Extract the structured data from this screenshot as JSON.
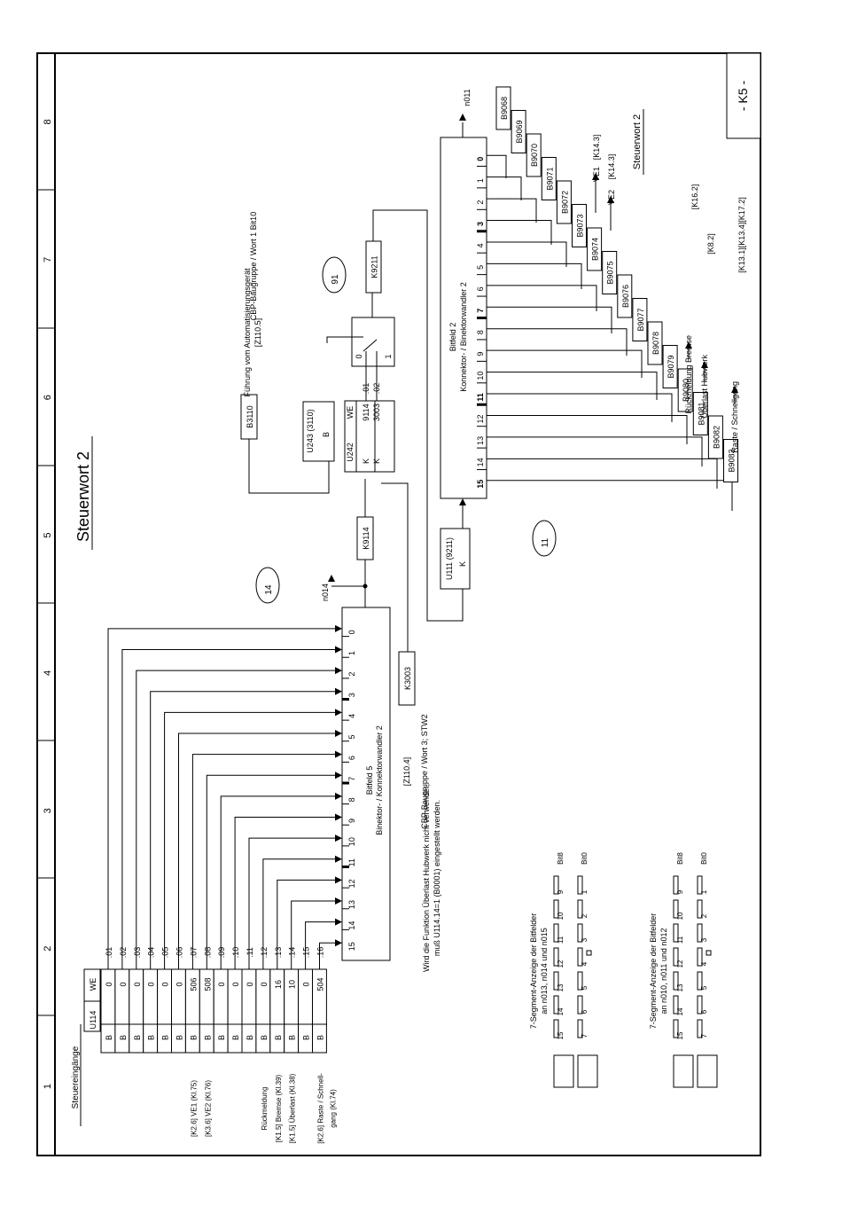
{
  "page": {
    "title": "Steuerwort 2",
    "page_id": "- K5 -",
    "columns": [
      "1",
      "2",
      "3",
      "4",
      "5",
      "6",
      "7",
      "8"
    ],
    "side_title": "Steuerwort 2"
  },
  "inputs": {
    "heading": "Steuereingänge",
    "param_label": "U114",
    "we_label": "WE",
    "type_label": "B",
    "rows": [
      {
        "index": ".01",
        "value": "0",
        "label": ""
      },
      {
        "index": ".02",
        "value": "0",
        "label": ""
      },
      {
        "index": ".03",
        "value": "0",
        "label": ""
      },
      {
        "index": ".04",
        "value": "0",
        "label": ""
      },
      {
        "index": ".05",
        "value": "0",
        "label": ""
      },
      {
        "index": ".06",
        "value": "0",
        "label": ""
      },
      {
        "index": ".07",
        "value": "506",
        "label": "[K2.6]  VE1 (Kl.75)"
      },
      {
        "index": ".08",
        "value": "508",
        "label": "[K3.6]  VE2 (Kl.76)"
      },
      {
        "index": ".09",
        "value": "0",
        "label": ""
      },
      {
        "index": ".10",
        "value": "0",
        "label": ""
      },
      {
        "index": ".11",
        "value": "0",
        "label": ""
      },
      {
        "index": ".12",
        "value": "0",
        "label": "Rückmeldung"
      },
      {
        "index": ".13",
        "value": "16",
        "label": "[K1.5]  Bremse (Kl.39)"
      },
      {
        "index": ".14",
        "value": "10",
        "label": "[K1.5]  Überlast (Kl.38)"
      },
      {
        "index": ".15",
        "value": "0",
        "label": ""
      },
      {
        "index": ".16",
        "value": "504",
        "label": "[K2.6]  Raste / Schnell-"
      }
    ],
    "extra_label": "gang (Kl.74)"
  },
  "bitfeld5": {
    "title": "Bitfeld 5",
    "subtitle": "Binektor- / Konnektorwandler 2",
    "bits": [
      "0",
      "1",
      "2",
      "3",
      "4",
      "5",
      "6",
      "7",
      "8",
      "9",
      "10",
      "11",
      "12",
      "13",
      "14",
      "15"
    ],
    "display_param": "n014",
    "marker": "14",
    "output_connector": "K9114"
  },
  "note": {
    "line1": "Wird die Funktion Überlast Hubwerk nicht verwendet,",
    "line2": "muß U114.14=1 (B0001) eingestellt werden."
  },
  "cbp": {
    "word3_ref": "[Z110.4]",
    "word3_label": "CBP-Baugruppe / Wort 3; STW2",
    "word3_connector": "K3003",
    "word1_label": "CBP-Baugruppe / Wort 1 Bit10",
    "word1_label2": "Führung vom Automatisierungsgerät",
    "word1_ref": "[Z110.5]",
    "word1_connector": "B3110"
  },
  "switch": {
    "param_u243": "U243 (3110)",
    "u243_type": "B",
    "param_u242": "U242",
    "we_label": "WE",
    "rows": [
      {
        "type": "K",
        "value": "9114",
        "index": ".01"
      },
      {
        "type": "K",
        "value": "3003",
        "index": ".02"
      }
    ],
    "pos0": "0",
    "pos1": "1",
    "marker": "91",
    "output_connector": "K9211"
  },
  "bitfeld2": {
    "title": "Bitfeld 2",
    "subtitle": "Konnektor- / Binektorwandler 2",
    "input_param": "U111 (9211)",
    "input_type": "K",
    "marker": "11",
    "display_param": "n011",
    "bits": [
      "0",
      "1",
      "2",
      "3",
      "4",
      "5",
      "6",
      "7",
      "8",
      "9",
      "10",
      "11",
      "12",
      "13",
      "14",
      "15"
    ],
    "outputs": [
      "B9068",
      "B9069",
      "B9070",
      "B9071",
      "B9072",
      "B9073",
      "B9074",
      "B9075",
      "B9076",
      "B9077",
      "B9078",
      "B9079",
      "B9080",
      "B9081",
      "B9082",
      "B9083"
    ],
    "ve1": "VE1",
    "ve1_ref": "[K14.3]",
    "ve2": "VE2",
    "ve2_ref": "[K14.3]",
    "brake": "Rückmeldung Bremse",
    "brake_ref": "[K16.2]",
    "overload": "Überlast Hubwerk",
    "overload_ref": "[K8.2]",
    "raste": "Raste / Schnellgang",
    "raste_ref": "[K13.1][K13.4][K17.2]"
  },
  "seg_displays": [
    {
      "line1": "7-Segment-Anzeige der Bitfelder",
      "line2": "an n013, n014 und n015",
      "top_labels": [
        "15",
        "14",
        "13",
        "12",
        "11",
        "10",
        "9"
      ],
      "bottom_labels": [
        "7",
        "6",
        "5",
        "4",
        "3",
        "2",
        "1"
      ],
      "bit_hi": "Bit8",
      "bit_lo": "Bit0"
    },
    {
      "line1": "7-Segment-Anzeige der Bitfelder",
      "line2": "an n010, n011 und n012",
      "top_labels": [
        "15",
        "14",
        "13",
        "12",
        "11",
        "10",
        "9"
      ],
      "bottom_labels": [
        "7",
        "6",
        "5",
        "4",
        "3",
        "2",
        "1"
      ],
      "bit_hi": "Bit8",
      "bit_lo": "Bit0"
    }
  ]
}
